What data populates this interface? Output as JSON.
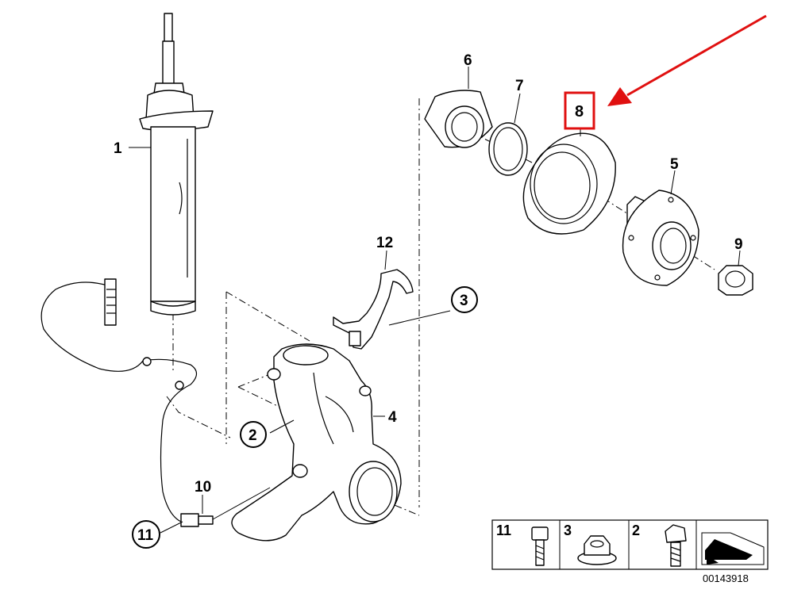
{
  "callouts": {
    "p1": "1",
    "p2": "2",
    "p3": "3",
    "p4": "4",
    "p5": "5",
    "p6": "6",
    "p7": "7",
    "p8": "8",
    "p9": "9",
    "p10": "10",
    "p11": "11",
    "p12": "12"
  },
  "legend": {
    "item_a": "11",
    "item_b": "3",
    "item_c": "2"
  },
  "diagram_code": "00143918",
  "colors": {
    "highlight": "#e01010",
    "ink": "#000000"
  }
}
